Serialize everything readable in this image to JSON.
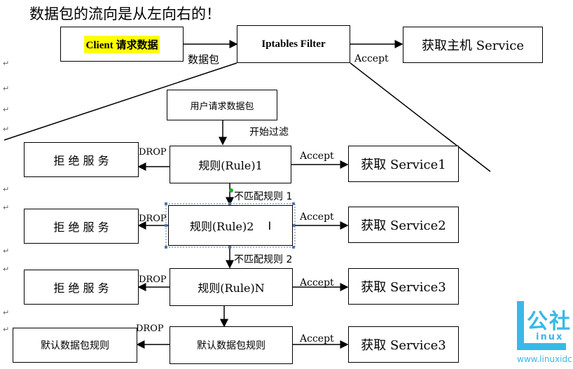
{
  "title": "数据包的流向是从左向右的！",
  "return_mark": "↵",
  "top_row": {
    "client": "Client 请求数据",
    "filter": "Iptables Filter",
    "host": "获取主机 Service",
    "packet_label": "数据包",
    "accept": "Accept"
  },
  "flow": {
    "request": "用户请求数据包",
    "start_filter": "开始过滤",
    "rules": [
      {
        "rule": "规则(Rule)1",
        "service": "获取 Service1",
        "reject": "拒 绝 服 务",
        "drop": "DROP",
        "accept": "Accept"
      },
      {
        "rule": "规则(Rule)2",
        "service": "获取 Service2",
        "reject": "拒 绝 服 务",
        "drop": "DROP",
        "accept": "Accept"
      },
      {
        "rule": "规则(Rule)N",
        "service": "获取 Service3",
        "reject": "拒 绝 服 务",
        "drop": "DROP",
        "accept": "Accept"
      }
    ],
    "nomatch1": "不匹配规则 1",
    "nomatch2": "不匹配规则 2",
    "default": {
      "rule": "默认数据包规则",
      "reject": "默认数据包规则",
      "drop": "DROP",
      "accept": "Accept",
      "service": "获取 Service3"
    }
  },
  "logo": {
    "text": "公社",
    "sub": "inux",
    "url": "www.linuxidc.com"
  },
  "colors": {
    "highlight": "#ffff00",
    "logo": "#39b8e8",
    "selection": "#5577aa"
  }
}
